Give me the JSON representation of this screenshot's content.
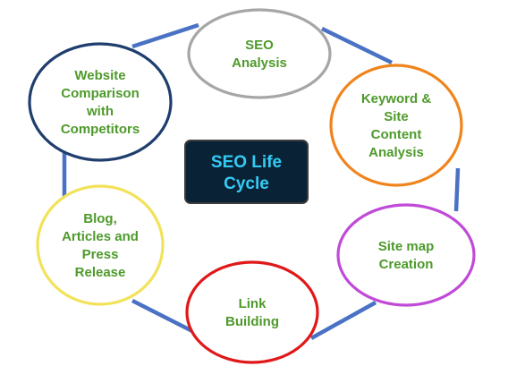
{
  "center": {
    "lines": [
      "SEO Life",
      "Cycle"
    ],
    "fill_color": "#0a2235",
    "text_color": "#33ccf5"
  },
  "connector_color": "#4a72c4",
  "label_color": "#4e9a2b",
  "stages": [
    {
      "id": "seo-analysis",
      "lines": [
        "SEO",
        "Analysis"
      ],
      "border_color": "#a6a6a6"
    },
    {
      "id": "keyword-site-content-analysis",
      "lines": [
        "Keyword &",
        "Site",
        "Content",
        "Analysis"
      ],
      "border_color": "#f0841c"
    },
    {
      "id": "site-map-creation",
      "lines": [
        "Site map",
        "Creation"
      ],
      "border_color": "#c04ad8"
    },
    {
      "id": "link-building",
      "lines": [
        "Link",
        "Building"
      ],
      "border_color": "#e01818"
    },
    {
      "id": "blog-articles-press-release",
      "lines": [
        "Blog,",
        "Articles and",
        "Press",
        "Release"
      ],
      "border_color": "#f2e25a"
    },
    {
      "id": "website-comparison",
      "lines": [
        "Website",
        "Comparison",
        "with",
        "Competitors"
      ],
      "border_color": "#1f3e6e"
    }
  ]
}
